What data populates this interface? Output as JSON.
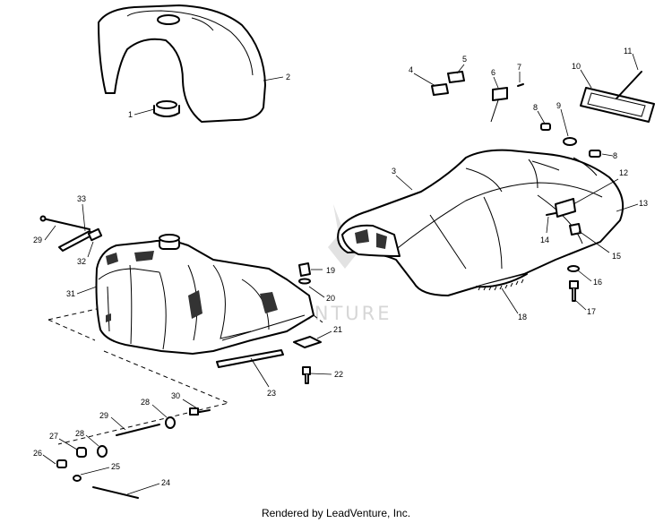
{
  "watermark": {
    "text": "LEADVENTURE"
  },
  "footer": {
    "text": "Rendered by LeadVenture, Inc."
  },
  "callouts": {
    "c1": "1",
    "c2": "2",
    "c3": "3",
    "c4": "4",
    "c5": "5",
    "c6": "6",
    "c7": "7",
    "c8a": "8",
    "c8b": "8",
    "c9": "9",
    "c10": "10",
    "c11": "11",
    "c12": "12",
    "c13": "13",
    "c14": "14",
    "c15": "15",
    "c16": "16",
    "c17": "17",
    "c18": "18",
    "c19": "19",
    "c20": "20",
    "c21": "21",
    "c22": "22",
    "c23": "23",
    "c24": "24",
    "c25": "25",
    "c26": "26",
    "c27": "27",
    "c28a": "28",
    "c28b": "28",
    "c29a": "29",
    "c29b": "29",
    "c30": "30",
    "c31": "31",
    "c32": "32",
    "c33": "33"
  }
}
